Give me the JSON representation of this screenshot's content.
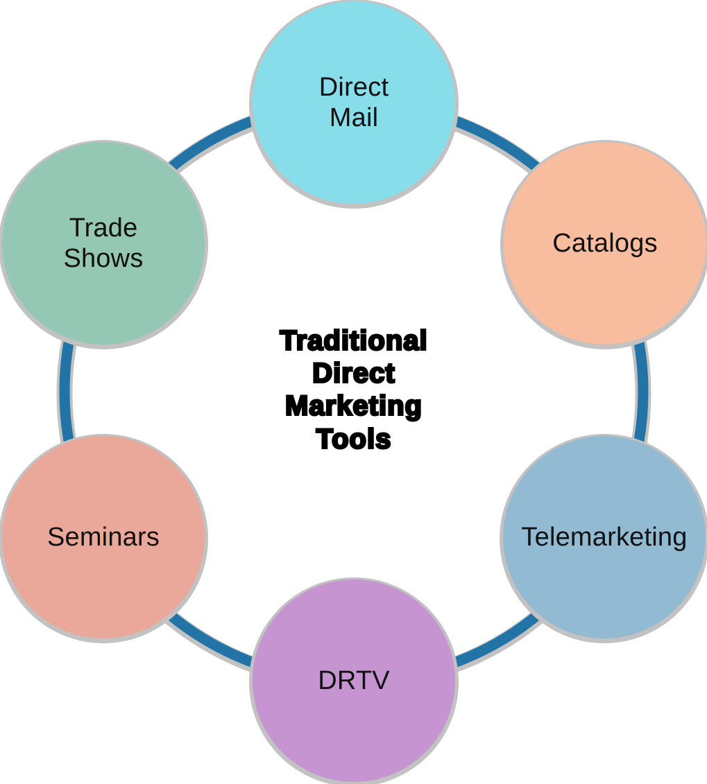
{
  "figure": {
    "type": "cycle-diagram",
    "description_visible_text_only": "Traditional Direct Marketing Tools hub with six connected circles"
  },
  "center": {
    "label": "Traditional\nDirect\nMarketing\nTools"
  },
  "nodes": [
    {
      "id": "direct-mail",
      "label": "Direct\nMail",
      "color": "#87DEEA"
    },
    {
      "id": "catalogs",
      "label": "Catalogs",
      "color": "#F8BD9E"
    },
    {
      "id": "telemarketing",
      "label": "Telemarketing",
      "color": "#92BAD3"
    },
    {
      "id": "drtv",
      "label": "DRTV",
      "color": "#C695D1"
    },
    {
      "id": "seminars",
      "label": "Seminars",
      "color": "#EAA89A"
    },
    {
      "id": "trade-shows",
      "label": "Trade\nShows",
      "color": "#94C7B4"
    }
  ],
  "ring": {
    "color": "#2273A6",
    "shadow_color": "#C2C2C2"
  }
}
